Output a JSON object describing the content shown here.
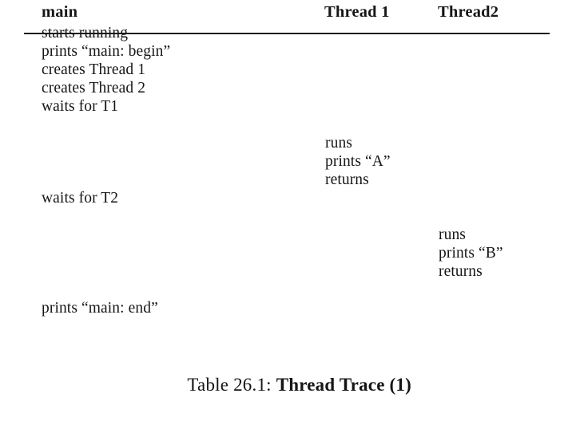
{
  "table": {
    "caption_label": "Table 26.1: ",
    "caption_title": "Thread Trace (1)",
    "columns": [
      {
        "key": "main",
        "header": "main"
      },
      {
        "key": "thread1",
        "header": "Thread 1"
      },
      {
        "key": "thread2",
        "header": "Thread2"
      }
    ],
    "rows": [
      {
        "main": "starts running",
        "thread1": "",
        "thread2": ""
      },
      {
        "main": "prints “main: begin”",
        "thread1": "",
        "thread2": ""
      },
      {
        "main": "creates Thread 1",
        "thread1": "",
        "thread2": ""
      },
      {
        "main": "creates Thread 2",
        "thread1": "",
        "thread2": ""
      },
      {
        "main": "waits for T1",
        "thread1": "",
        "thread2": ""
      },
      {
        "main": "",
        "thread1": "",
        "thread2": ""
      },
      {
        "main": "",
        "thread1": "runs",
        "thread2": ""
      },
      {
        "main": "",
        "thread1": "prints “A”",
        "thread2": ""
      },
      {
        "main": "",
        "thread1": "returns",
        "thread2": ""
      },
      {
        "main": "waits for T2",
        "thread1": "",
        "thread2": ""
      },
      {
        "main": "",
        "thread1": "",
        "thread2": ""
      },
      {
        "main": "",
        "thread1": "",
        "thread2": "runs"
      },
      {
        "main": "",
        "thread1": "",
        "thread2": "prints “B”"
      },
      {
        "main": "",
        "thread1": "",
        "thread2": "returns"
      },
      {
        "main": "",
        "thread1": "",
        "thread2": ""
      },
      {
        "main": "prints “main: end”",
        "thread1": "",
        "thread2": ""
      }
    ]
  },
  "colors": {
    "text": "#161616",
    "rule": "#1a1a1a",
    "background": "#ffffff"
  }
}
